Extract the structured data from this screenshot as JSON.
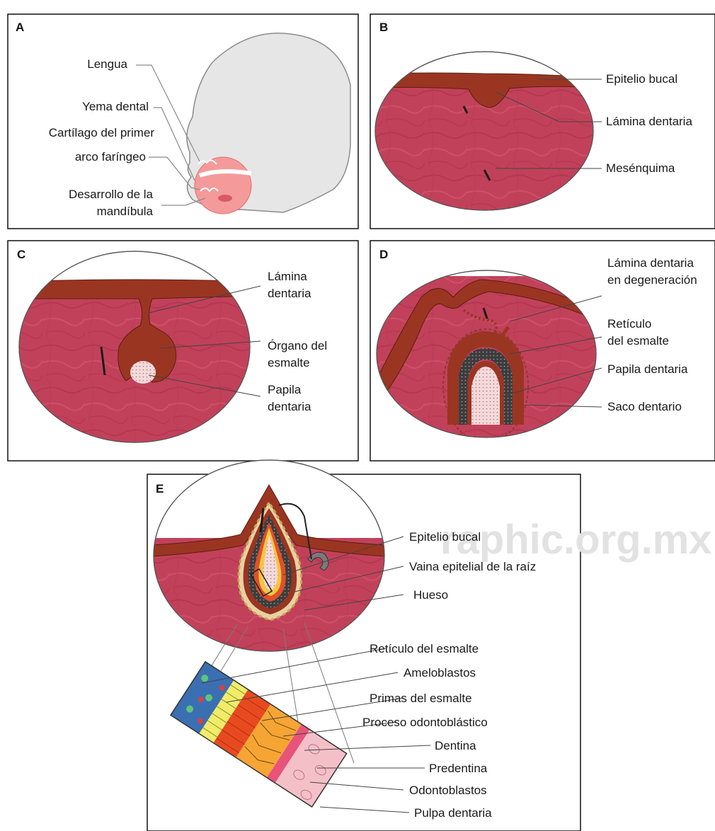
{
  "panels": {
    "A": {
      "letter": "A",
      "labels": [
        "Lengua",
        "Yema dental",
        "Cartílago del primer",
        "arco faríngeo",
        "Desarrollo de la",
        "mandíbula"
      ]
    },
    "B": {
      "letter": "B",
      "labels": [
        "Epitelio bucal",
        "Lámina dentaria",
        "Mesénquima"
      ]
    },
    "C": {
      "letter": "C",
      "labels": [
        "Lámina",
        "dentaria",
        "Órgano del",
        "esmalte",
        "Papila",
        "dentaria"
      ]
    },
    "D": {
      "letter": "D",
      "labels": [
        "Lámina dentaria",
        "en degeneración",
        "Retículo",
        "del esmalte",
        "Papila dentaria",
        "Saco dentario"
      ]
    },
    "E": {
      "letter": "E",
      "labels": [
        "Epitelio bucal",
        "Vaina epitelial de la raíz",
        "Hueso",
        "Retículo del esmalte",
        "Ameloblastos",
        "Primas del esmalte",
        "Proceso odontoblástico",
        "Dentina",
        "Predentina",
        "Odontoblastos",
        "Pulpa dentaria"
      ]
    }
  },
  "watermark": "raphic.org.mx",
  "colors": {
    "tissue": "#c2415a",
    "epithelium": "#9a3522",
    "head": "#e6e6e6",
    "jaw": "#f08b8b"
  }
}
